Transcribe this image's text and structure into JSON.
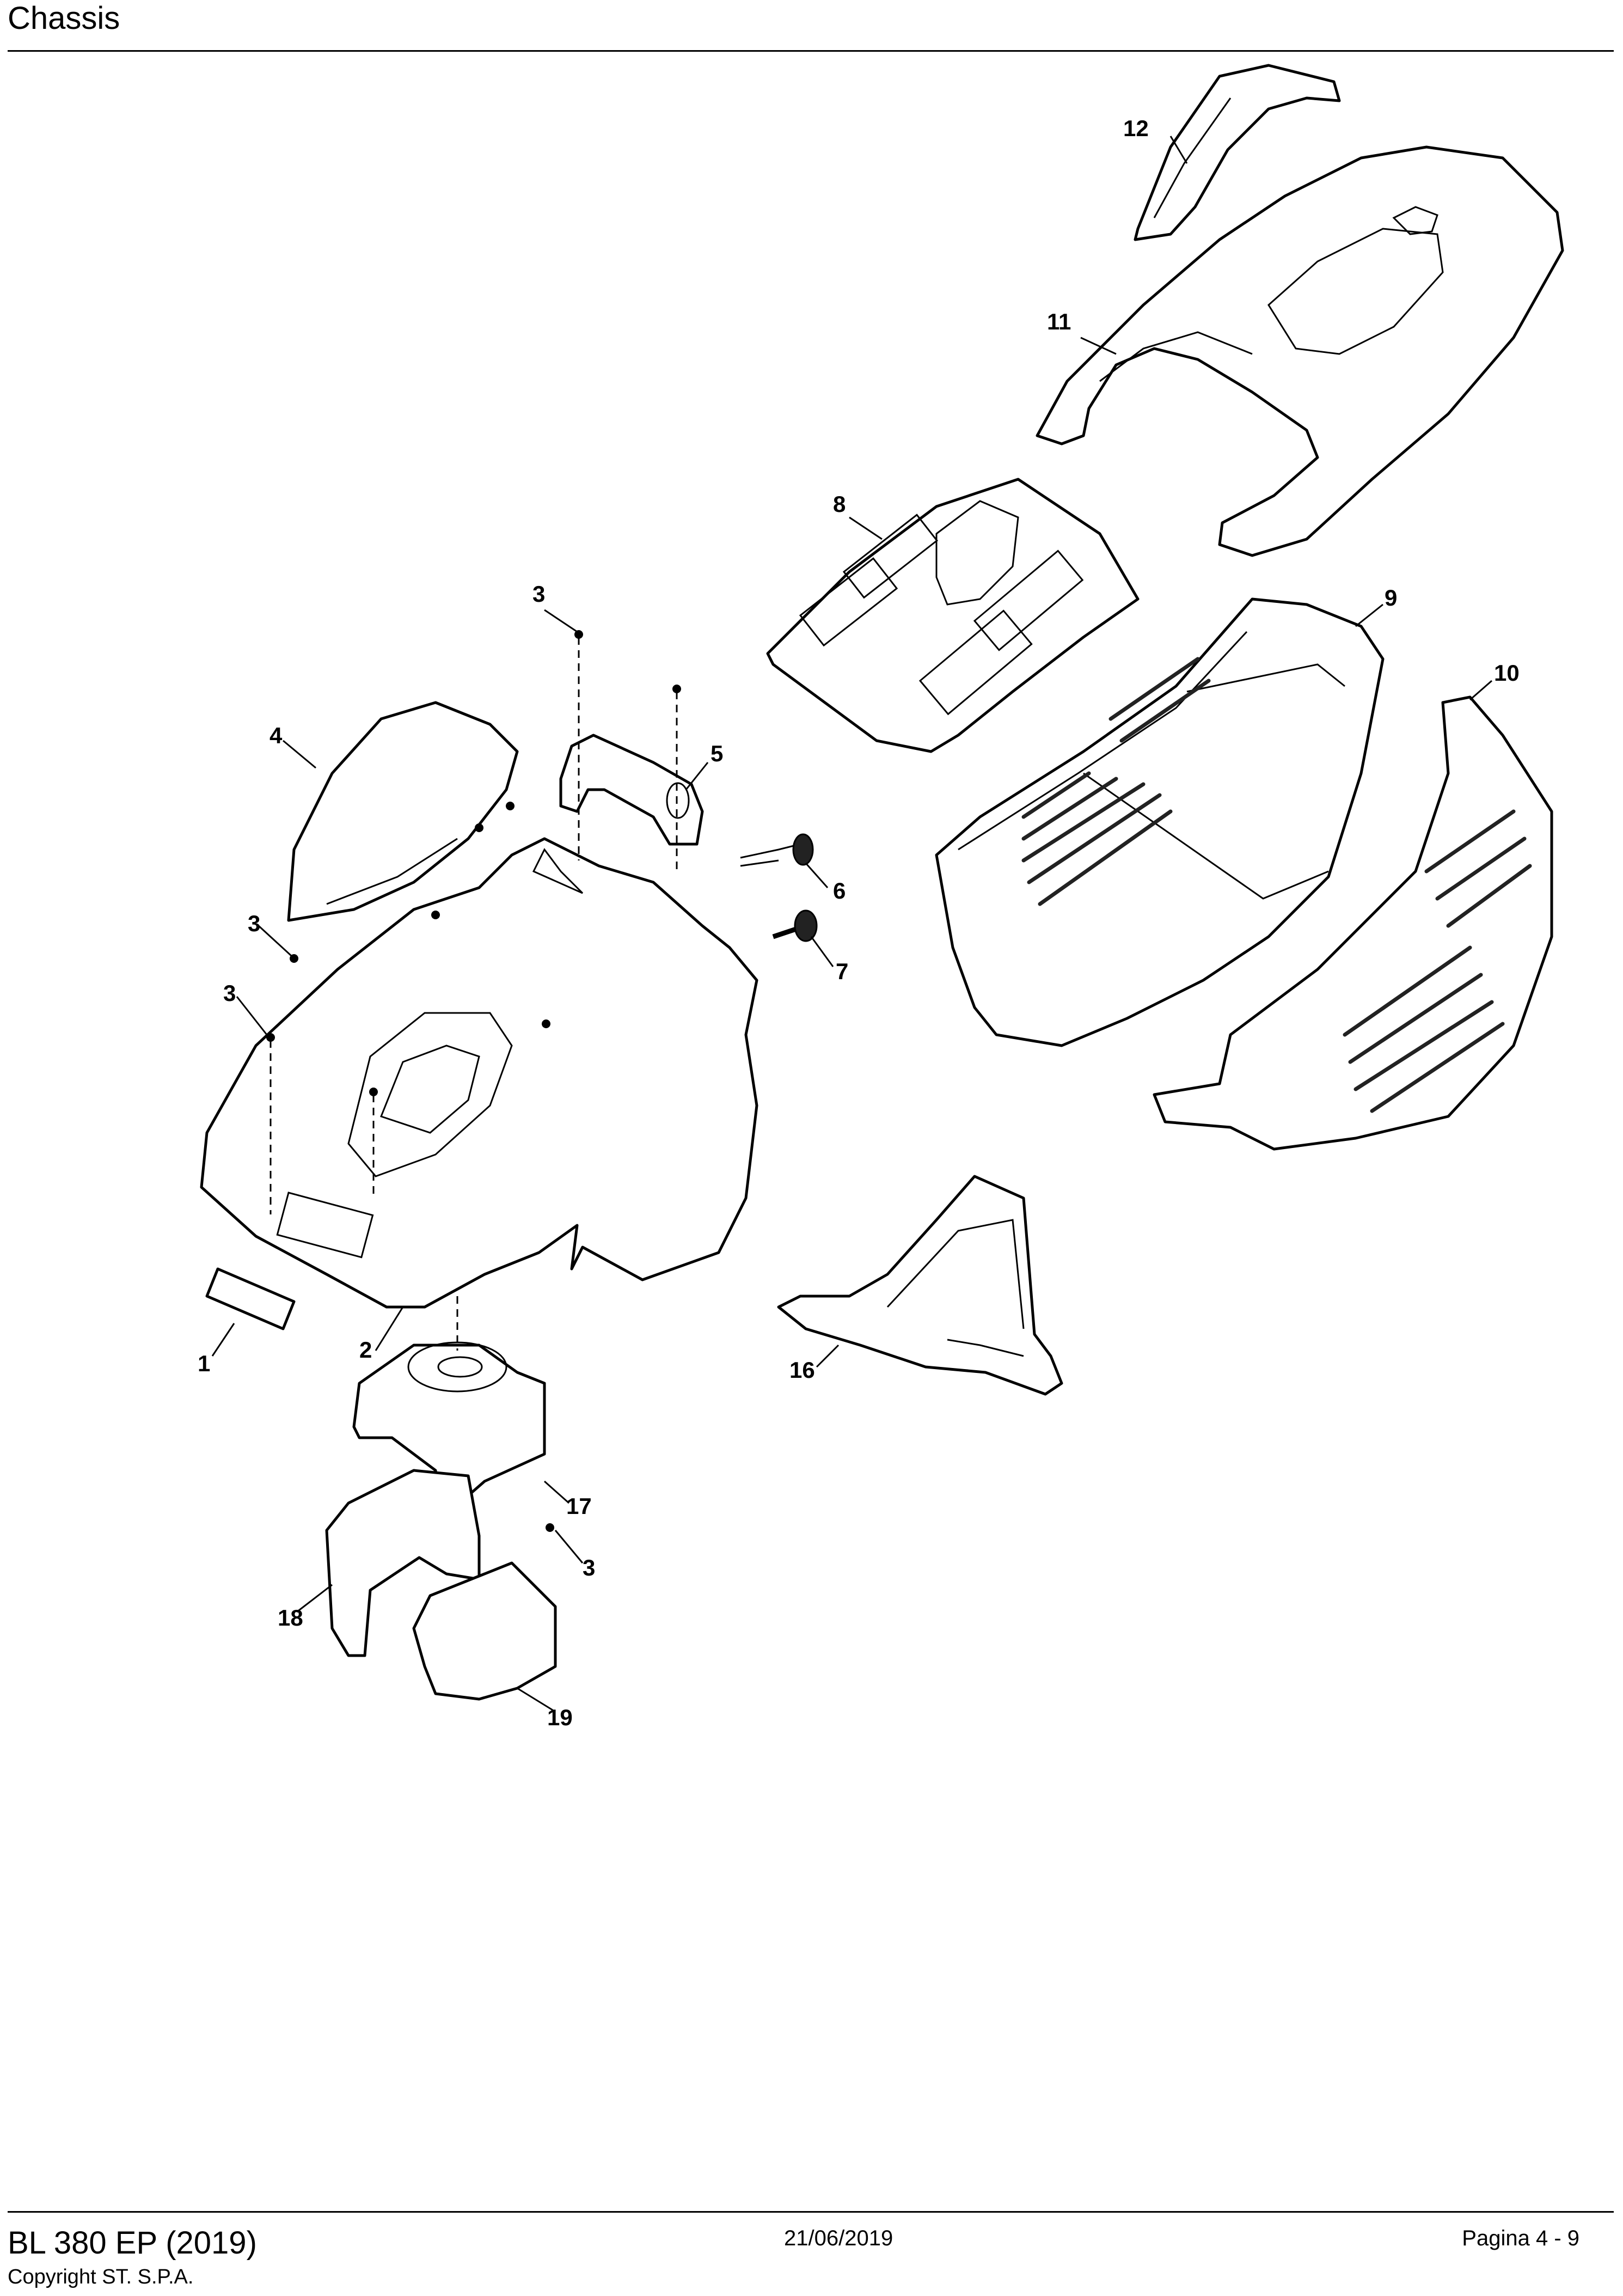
{
  "header": {
    "title": "Chassis"
  },
  "diagram": {
    "callouts": {
      "c1": "1",
      "c2": "2",
      "c3a": "3",
      "c3b": "3",
      "c3c": "3",
      "c3d": "3",
      "c4": "4",
      "c5": "5",
      "c6": "6",
      "c7": "7",
      "c8": "8",
      "c9": "9",
      "c10": "10",
      "c11": "11",
      "c12": "12",
      "c16": "16",
      "c17": "17",
      "c18": "18",
      "c19": "19"
    }
  },
  "footer": {
    "model": "BL 380 EP (2019)",
    "copyright": "Copyright ST. S.P.A.",
    "date": "21/06/2019",
    "page": "Pagina 4 - 9"
  }
}
